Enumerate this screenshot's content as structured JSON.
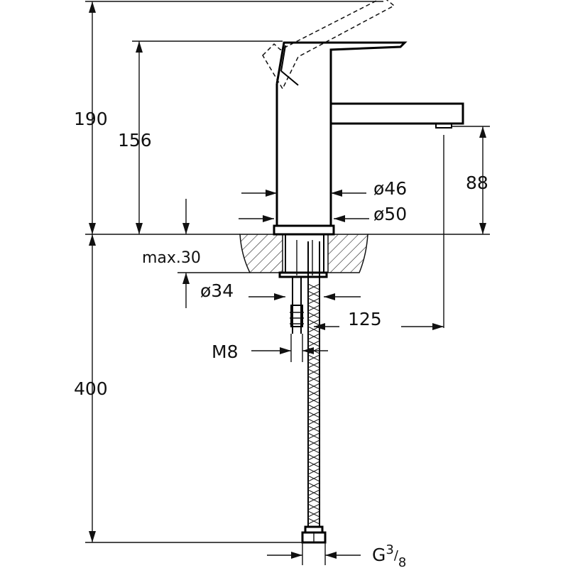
{
  "dimensions": {
    "total_height": "190",
    "spout_height": "156",
    "aerator_height": "88",
    "mount_thickness": "max.30",
    "body_diameter": "ø46",
    "base_diameter": "ø50",
    "hole_diameter": "ø34",
    "spout_reach": "125",
    "stud_thread": "M8",
    "hose_length": "400",
    "hose_connector": "G",
    "hose_connector_num": "3",
    "hose_connector_den": "8"
  }
}
